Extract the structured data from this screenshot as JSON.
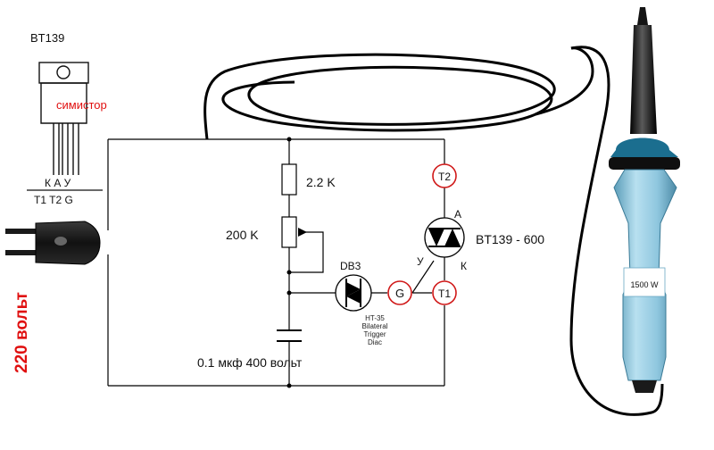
{
  "component": {
    "title": "BT139",
    "caption": "симистор",
    "pin_letters": "К А У",
    "pin_names": "T1 T2  G"
  },
  "plug": {
    "voltage": "220 вольт"
  },
  "circuit": {
    "r1": "2.2 K",
    "pot": "200 K",
    "diac": "DB3",
    "diac_note_1": "HT-35",
    "diac_note_2": "Bilateral",
    "diac_note_3": "Trigger",
    "diac_note_4": "Diac",
    "cap": "0.1 мкф 400 вольт",
    "triac": "BT139 - 600",
    "terminal_t2": "T2",
    "terminal_t1": "T1",
    "terminal_g": "G",
    "pin_a": "A",
    "pin_y": "У",
    "pin_k": "К"
  },
  "iron": {
    "power": "1500 W"
  },
  "colors": {
    "terminal_ring": "#d01818",
    "accent_red": "#e01010",
    "iron_handle": "#8ec6de",
    "iron_handle_dark": "#5a9cb8",
    "iron_black": "#141414",
    "plug_black": "#1a1a1a",
    "wire": "#000000"
  }
}
